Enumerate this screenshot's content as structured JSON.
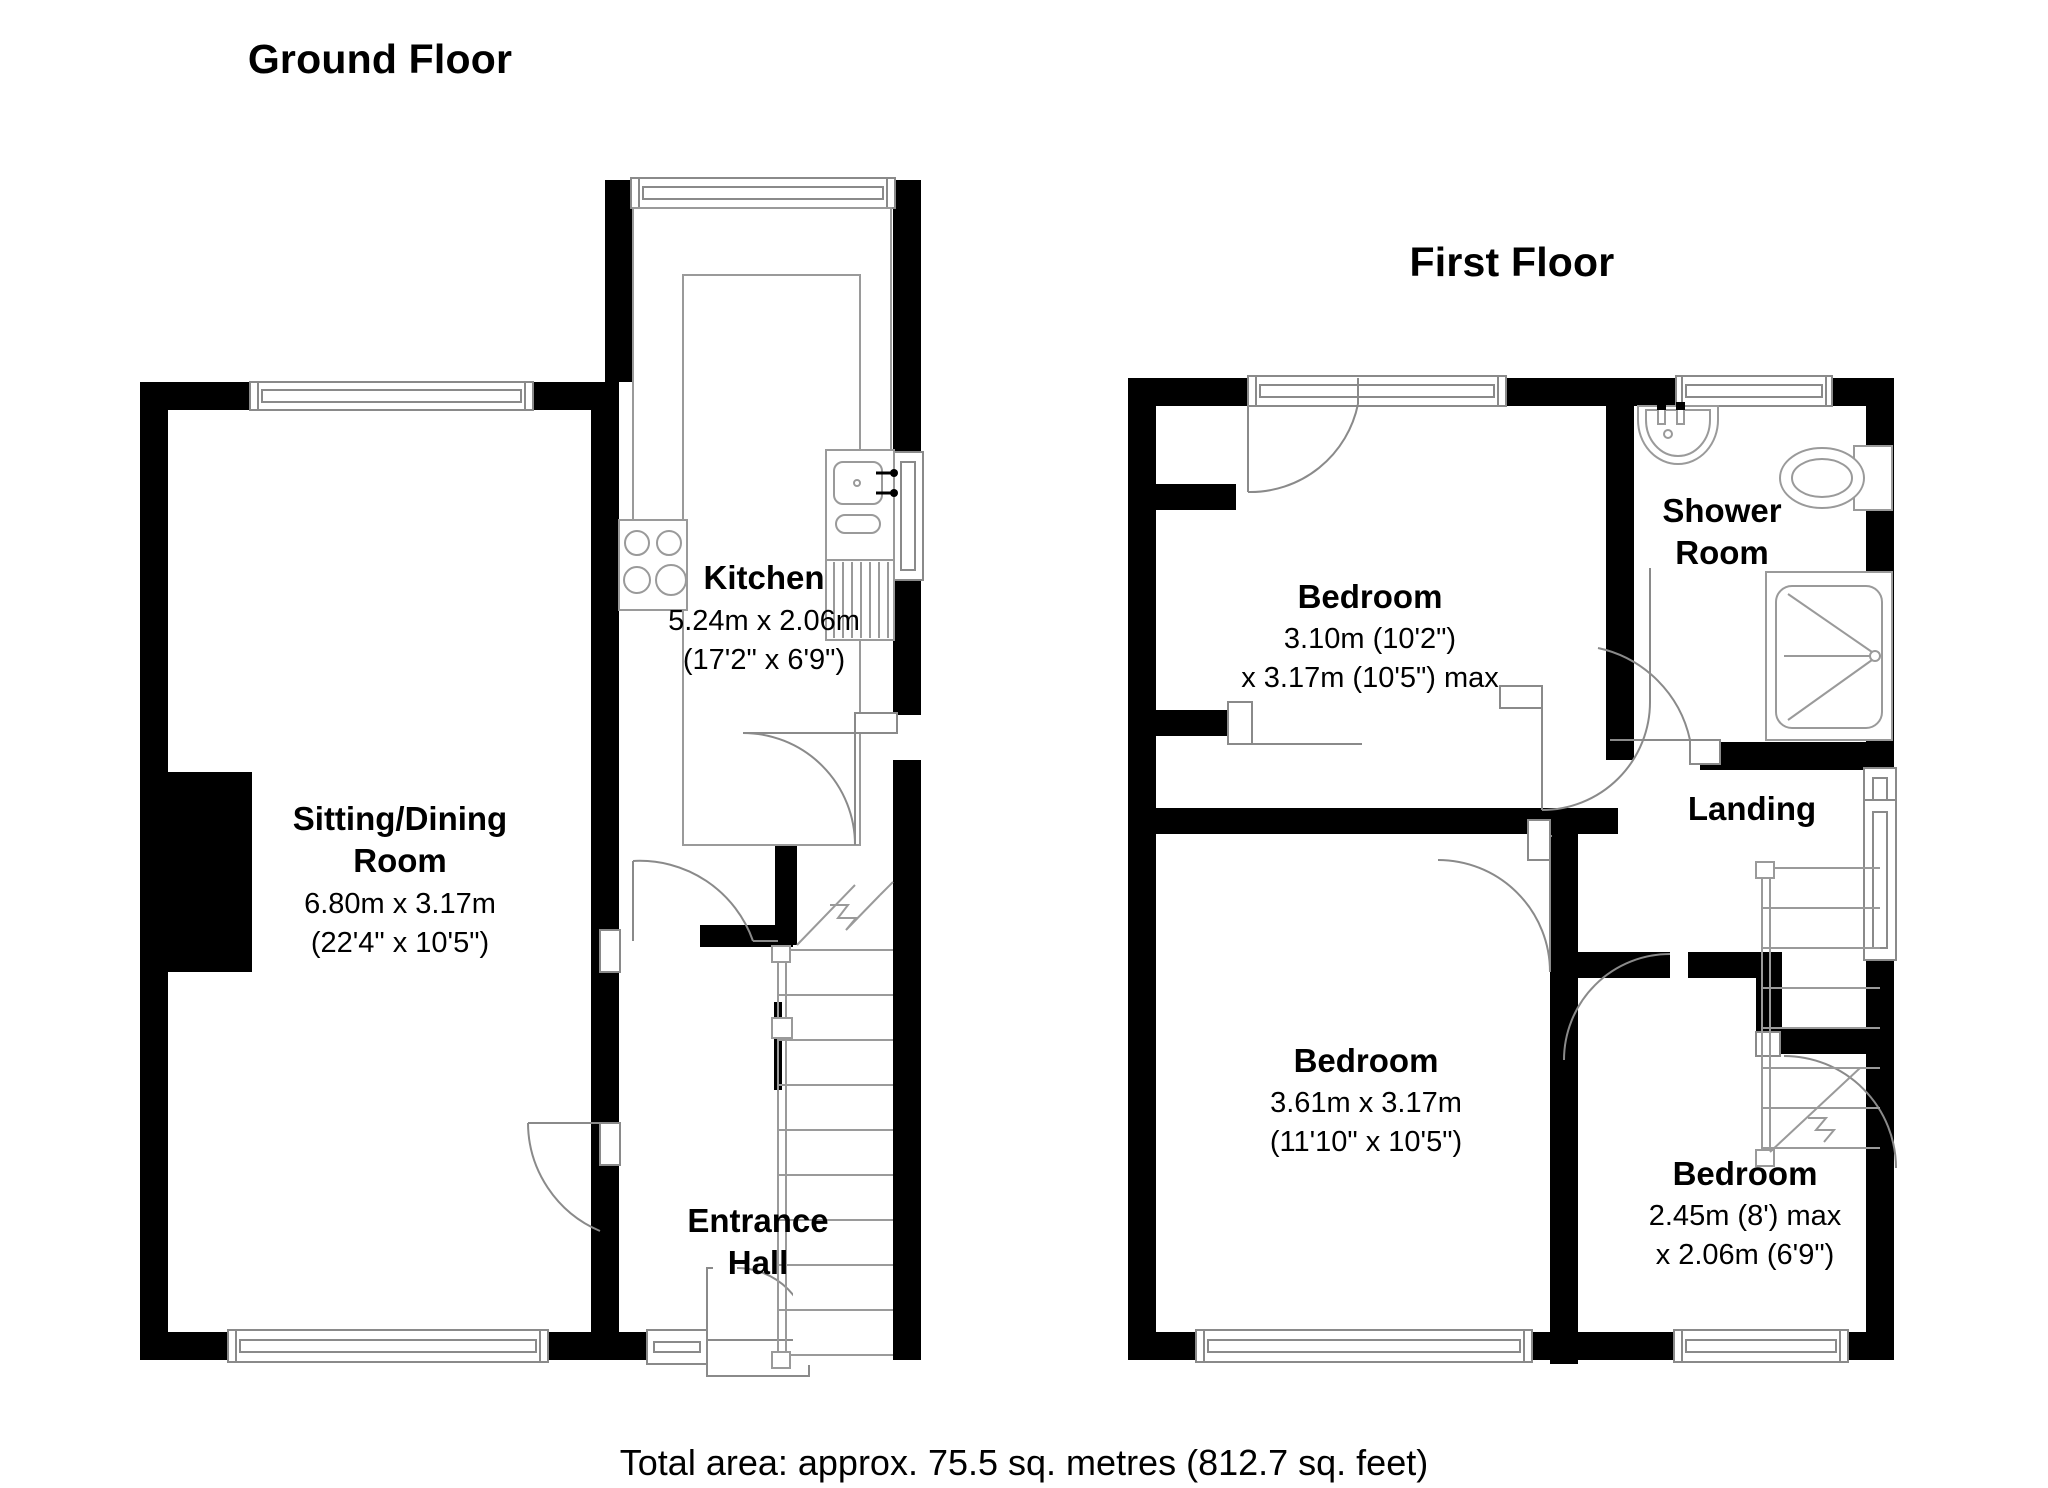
{
  "page": {
    "background": "#ffffff",
    "ink": "#000000",
    "thin_line": "#9a9a9a"
  },
  "floors": [
    {
      "id": "ground-floor",
      "title": "Ground Floor",
      "rooms": [
        {
          "id": "sitting-dining-room",
          "name_lines": [
            "Sitting/Dining",
            "Room"
          ],
          "dim_metric": "6.80m x 3.17m",
          "dim_imperial": "(22'4\" x 10'5\")"
        },
        {
          "id": "kitchen",
          "name_lines": [
            "Kitchen"
          ],
          "dim_metric": "5.24m x 2.06m",
          "dim_imperial": "(17'2\" x 6'9\")"
        },
        {
          "id": "entrance-hall",
          "name_lines": [
            "Entrance",
            "Hall"
          ],
          "dim_metric": "",
          "dim_imperial": ""
        }
      ]
    },
    {
      "id": "first-floor",
      "title": "First Floor",
      "rooms": [
        {
          "id": "bedroom-1",
          "name_lines": [
            "Bedroom"
          ],
          "dim_metric": "3.10m (10'2\")",
          "dim_imperial": "x 3.17m (10'5\") max"
        },
        {
          "id": "bedroom-2",
          "name_lines": [
            "Bedroom"
          ],
          "dim_metric": "3.61m x 3.17m",
          "dim_imperial": "(11'10\" x 10'5\")"
        },
        {
          "id": "bedroom-3",
          "name_lines": [
            "Bedroom"
          ],
          "dim_metric": "2.45m (8') max",
          "dim_imperial": "x 2.06m (6'9\")"
        },
        {
          "id": "shower-room",
          "name_lines": [
            "Shower",
            "Room"
          ],
          "dim_metric": "",
          "dim_imperial": ""
        },
        {
          "id": "landing",
          "name_lines": [
            "Landing"
          ],
          "dim_metric": "",
          "dim_imperial": ""
        }
      ]
    }
  ],
  "labels": {
    "ground_title": "Ground Floor",
    "first_title": "First Floor",
    "sitting_name_1": "Sitting/Dining",
    "sitting_name_2": "Room",
    "sitting_dim_1": "6.80m x 3.17m",
    "sitting_dim_2": "(22'4\" x 10'5\")",
    "kitchen_name": "Kitchen",
    "kitchen_dim_1": "5.24m x 2.06m",
    "kitchen_dim_2": "(17'2\" x 6'9\")",
    "hall_name_1": "Entrance",
    "hall_name_2": "Hall",
    "bed1_name": "Bedroom",
    "bed1_dim_1": "3.10m (10'2\")",
    "bed1_dim_2": "x 3.17m (10'5\") max",
    "bed2_name": "Bedroom",
    "bed2_dim_1": "3.61m x 3.17m",
    "bed2_dim_2": "(11'10\" x 10'5\")",
    "bed3_name": "Bedroom",
    "bed3_dim_1": "2.45m (8') max",
    "bed3_dim_2": "x 2.06m (6'9\")",
    "shower_name_1": "Shower",
    "shower_name_2": "Room",
    "landing_name": "Landing",
    "total_area": "Total area: approx. 75.5 sq. metres (812.7 sq. feet)"
  },
  "fixtures": {
    "hob": "hob-four-burner",
    "sink": "kitchen-sink",
    "radiator": "radiator",
    "basin": "wash-basin",
    "toilet": "toilet-wc",
    "shower_tray": "shower-tray",
    "stairs_ground": "staircase-up",
    "stairs_first": "staircase-down"
  }
}
